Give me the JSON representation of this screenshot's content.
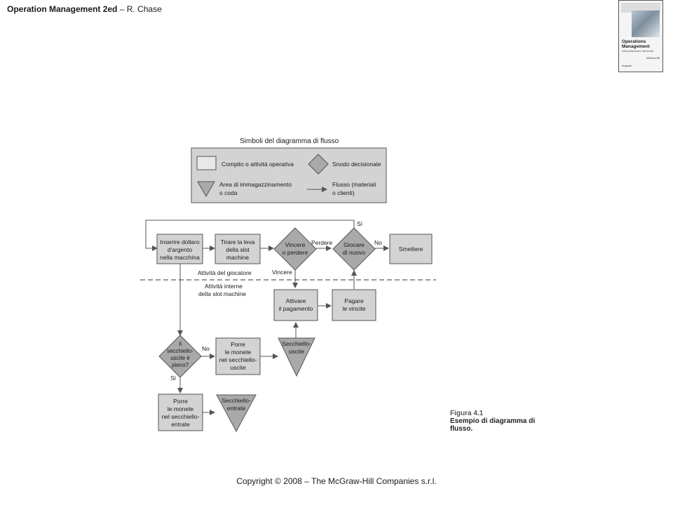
{
  "header": {
    "title_bold": "Operation Management 2ed",
    "title_rest": " – R. Chase"
  },
  "cover": {
    "title": "Operations Management",
    "subtitle": "nella produzione e nei servizi",
    "publisher": "McGraw-Hill",
    "logo": "mcgraw"
  },
  "legend": {
    "title": "Simboli del diagramma di flusso",
    "task": "Compito o attività operativa",
    "decision": "Snodo decisionale",
    "storage_1": "Area di immagazzinamento",
    "storage_2": "o coda",
    "flow_1": "Flusso (materiali",
    "flow_2": "o clienti)"
  },
  "nodes": {
    "insert_1": "Inserire dollaro",
    "insert_2": "d'argento",
    "insert_3": "nella macchina",
    "pull_1": "Tirare la leva",
    "pull_2": "della slot",
    "pull_3": "machine",
    "win_1": "Vincere",
    "win_2": "o perdere",
    "again_1": "Giocare",
    "again_2": "di nuovo",
    "quit": "Smettere",
    "activate_1": "Attivare",
    "activate_2": "il pagamento",
    "pay_1": "Pagare",
    "pay_2": "le vincite",
    "full_1": "Il",
    "full_2": "secchiello-",
    "full_3": "uscite è",
    "full_4": "pieno?",
    "putout_1": "Porre",
    "putout_2": "le monete",
    "putout_3": "nel secchiello-",
    "putout_4": "uscite",
    "bucketout_1": "Secchiello-",
    "bucketout_2": "uscite",
    "putin_1": "Porre",
    "putin_2": "le monete",
    "putin_3": "nel secchiello-",
    "putin_4": "entrate",
    "bucketin_1": "Secchiello-",
    "bucketin_2": "entrate"
  },
  "edges": {
    "lose": "Perdere",
    "no_quit": "No",
    "yes_again": "Sì",
    "win": "Vincere",
    "no_full": "No",
    "yes_full": "Sì"
  },
  "zones": {
    "player": "Attività del giocatore",
    "internal_1": "Attività interne",
    "internal_2": "della slot machine"
  },
  "caption": {
    "figure": "Figura 4.1",
    "desc_1": "Esempio di diagramma di",
    "desc_2": "flusso."
  },
  "footer": "Copyright © 2008 – The McGraw-Hill Companies s.r.l.",
  "colors": {
    "box_fill": "#d3d3d3",
    "shape_fill": "#a9a9a9",
    "line": "#555555"
  }
}
